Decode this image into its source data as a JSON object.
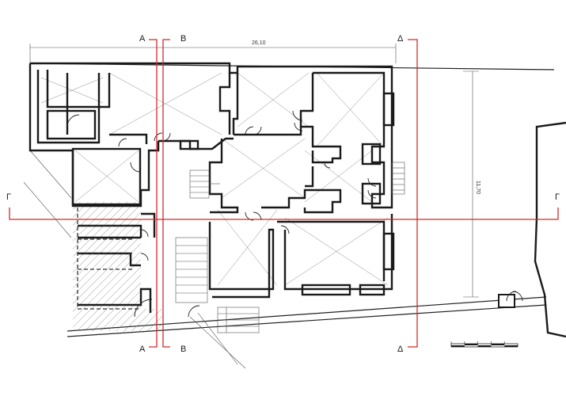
{
  "section_labels": {
    "a_top": "A",
    "b_top": "B",
    "d_top": "Δ",
    "g_left": "Γ",
    "g_right": "Γ",
    "a_bottom": "A",
    "b_bottom": "B",
    "d_bottom": "Δ"
  },
  "dimensions": {
    "overall_length": "26,10",
    "overall_depth": "11,70"
  },
  "colors": {
    "section_line": "#d62828",
    "ink": "#1a1a1a",
    "pencil": "#8a8a8a"
  },
  "scale_bar": {
    "segments": 5
  }
}
